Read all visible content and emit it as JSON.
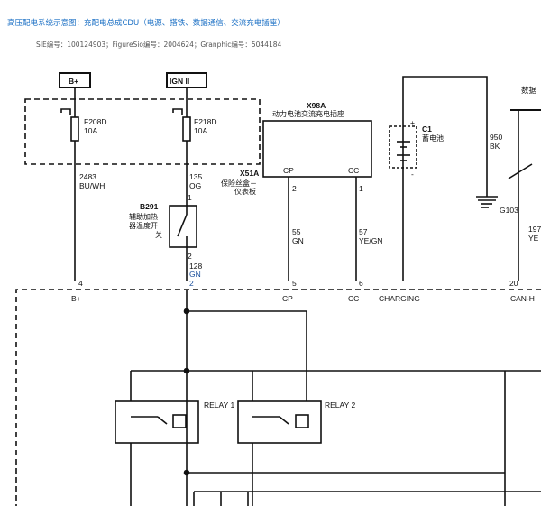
{
  "header": {
    "title": "高压配电系统示意图：充配电总成CDU（电源、搭铁、数据通信、交流充电插座）",
    "meta": "SIE编号：100124903；FigureSio编号：2004624；Granphic编号：5044184"
  },
  "sources": {
    "bplus": "B+",
    "ign": "IGN II"
  },
  "fuses": [
    {
      "id": "F208D",
      "rating": "10A"
    },
    {
      "id": "F218D",
      "rating": "10A"
    }
  ],
  "wires": {
    "w2483": {
      "circuit": "2483",
      "color": "BU/WH"
    },
    "w135": {
      "circuit": "135",
      "color": "OG"
    },
    "w128": {
      "circuit": "128",
      "color": "GN"
    },
    "w55": {
      "circuit": "55",
      "color": "GN"
    },
    "w57": {
      "circuit": "57",
      "color": "YE/GN"
    },
    "w950": {
      "circuit": "950",
      "color": "BK"
    },
    "w197": {
      "circuit": "197",
      "color": "YE"
    }
  },
  "components": {
    "x98a": {
      "id": "X98A",
      "name": "动力电池交流充电插座",
      "pin_cp": "CP",
      "pin_cc": "CC",
      "pin_cp_num": "2",
      "pin_cc_num": "1"
    },
    "x51a": {
      "id": "X51A",
      "name_line1": "保险丝盒－",
      "name_line2": "仪表板"
    },
    "b291": {
      "id": "B291",
      "name_line1": "辅助加热",
      "name_line2": "器温度开",
      "name_line3": "关",
      "pin_top": "1",
      "pin_bottom": "2"
    },
    "c1": {
      "id": "C1",
      "name": "蓄电池",
      "plus": "+",
      "minus": "-"
    },
    "ground": {
      "id": "G103"
    },
    "partial_right": "数据"
  },
  "cdu_pins": [
    {
      "num": "4",
      "label": "B+"
    },
    {
      "num": "2",
      "label": ""
    },
    {
      "num": "5",
      "label": "CP"
    },
    {
      "num": "6",
      "label": "CC"
    },
    {
      "num": "",
      "label": "CHARGING"
    },
    {
      "num": "20",
      "label": "CAN-H"
    }
  ],
  "relays": [
    {
      "label": "RELAY 1"
    },
    {
      "label": "RELAY 2"
    }
  ],
  "colors": {
    "line": "#111111",
    "title_blue": "#1a6fc4",
    "wire_blue": "#1a4f9c"
  }
}
